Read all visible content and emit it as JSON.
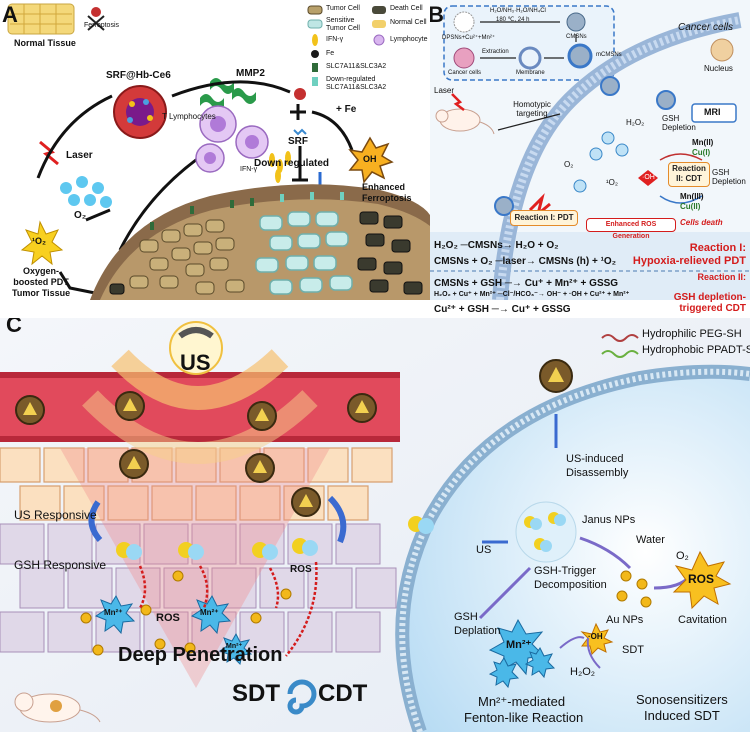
{
  "panel_a": {
    "label": "A",
    "normal_tissue": "Normal Tissue",
    "ferroptosis": "Ferroptosis",
    "nanoparticle": "SRF@Hb-Ce6",
    "mmp2": "MMP2",
    "laser": "Laser",
    "o2": "O₂",
    "singlet_o2": "¹O₂",
    "pdt": "Oxygen-boosted PDT",
    "tumor_tissue": "Tumor Tissue",
    "t_lymphocytes": "T Lymphocytes",
    "ifn": "IFN-γ",
    "srf": "SRF",
    "fe": "+ Fe",
    "down_regulated": "Down regulated",
    "oh": "OH",
    "enhanced_ferroptosis": "Enhanced Ferroptosis",
    "legend": [
      {
        "label": "Tumor Cell",
        "color": "#b8a06a"
      },
      {
        "label": "Death Cell",
        "color": "#4a4a3a"
      },
      {
        "label": "Sensitive Tumor Cell",
        "color": "#bfe6e4"
      },
      {
        "label": "Normal Cell",
        "color": "#f2d06a"
      },
      {
        "label": "IFN-γ",
        "color": "#f2c21a"
      },
      {
        "label": "Lymphocyte",
        "color": "#d9b6ef"
      },
      {
        "label": "Fe",
        "color": "#1a1a1a"
      },
      {
        "label": "SLC7A11&SLC3A2",
        "color": "#2f6b3a"
      },
      {
        "label": "Down-regulated SLC7A11&SLC3A2",
        "color": "#6fd0c0"
      }
    ]
  },
  "panel_b": {
    "label": "B",
    "synthesis": "H₂O/NH₃·H₂O/NH₄Cl",
    "synthesis_cond": "180 ℃, 24 h",
    "dpsns": "DPSNs+Cu²⁺+Mn²⁺",
    "cmsns": "CMSNs",
    "mcmsns": "mCMSNs",
    "extraction": "Extraction",
    "cancer_cells_src": "Cancer cells",
    "membrane": "Membrane",
    "cancer_cells": "Cancer cells",
    "nucleus": "Nucleus",
    "laser": "Laser",
    "homotypic": "Homotypic targeting",
    "h2o2": "H₂O₂",
    "o2": "O₂",
    "gsh_depletion": "GSH Depletion",
    "mri": "MRI",
    "mn2": "Mn(II)",
    "cu1": "Cu(I)",
    "reaction2": "Reaction II: CDT",
    "gsh_depletion2": "GSH Depletion",
    "mn3": "Mn(III)",
    "cu2": "Cu(II)",
    "oh": "·OH",
    "singlet": "¹O₂",
    "reaction1": "Reaction I: PDT",
    "enhanced_ros": "Enhanced ROS Generation",
    "cells_death": "Cells death",
    "eq1": "H₂O₂ ─CMSNs→ H₂O + O₂",
    "eq2": "CMSNs + O₂ ─laser→ CMSNs (h) + ¹O₂",
    "tag1": "Reaction I:",
    "tag1b": "Hypoxia-relieved PDT",
    "eq3": "CMSNs + GSH ─→ Cu⁺ + Mn²⁺ + GSSG",
    "eq4": "H₂O₂ + Cu⁺ + Mn²⁺ ─Cl⁻/HCO₃⁻→ OH⁻ + ·OH + Cu²⁺ + Mn²⁺",
    "eq5": "Cu²⁺ + GSH ─→ Cu⁺ + GSSG",
    "tag2": "Reaction II:",
    "tag2b": "GSH depletion-",
    "tag2c": "triggered CDT"
  },
  "panel_c": {
    "label": "C",
    "us": "US",
    "legend_peg": "Hydrophilic PEG-SH",
    "legend_ppadt": "Hydrophobic PPADT-SH",
    "us_responsive": "US Responsive",
    "gsh_responsive": "GSH Responsive",
    "ros": "ROS",
    "mn": "Mn²⁺",
    "deep_penetration": "Deep Penetration",
    "sdt": "SDT",
    "cdt": "CDT",
    "us_disassembly": "US-induced Disassembly",
    "janus": "Janus NPs",
    "us_arrow": "US",
    "water": "Water",
    "o2": "O₂",
    "gsh_trigger": "GSH-Trigger Decomposition",
    "au_nps": "Au NPs",
    "cavitation": "Cavitation",
    "sdt2": "SDT",
    "gsh_deplation": "GSH Deplation",
    "oh": "·OH",
    "h2o2": "H₂O₂",
    "mn_mediated": "Mn²⁺-mediated",
    "fenton": "Fenton-like Reaction",
    "sonosensitizers": "Sonosensitizers",
    "induced_sdt": "Induced SDT"
  }
}
